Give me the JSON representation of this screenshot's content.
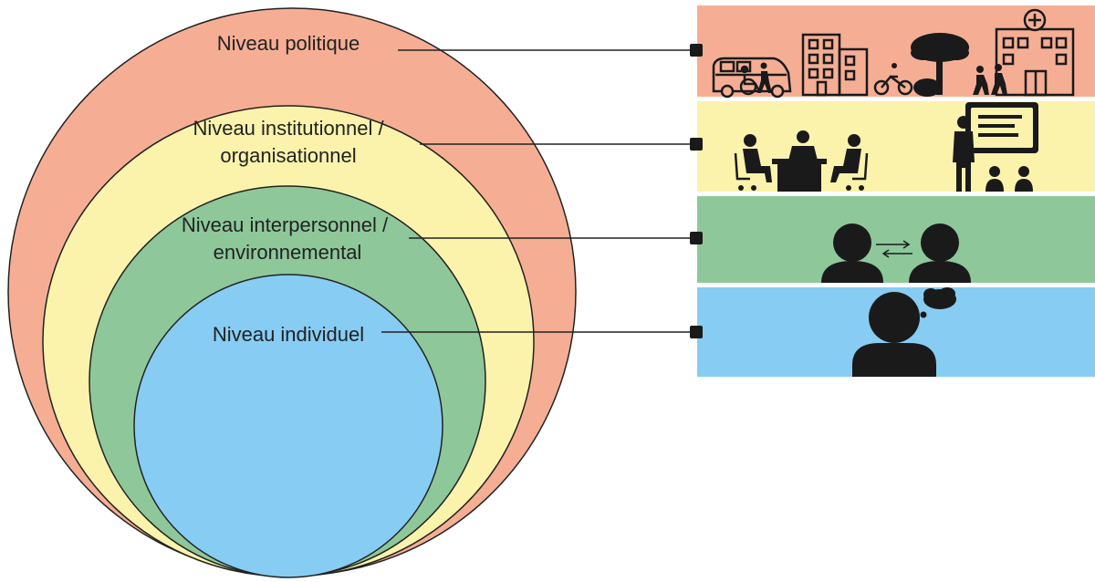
{
  "levels": [
    {
      "key": "politique",
      "lines": [
        "Niveau politique"
      ],
      "color": "#f5ae94",
      "icons": [
        "van-icon",
        "wheelchair-icon",
        "pedestrian-icon",
        "building-icon",
        "cyclist-icon",
        "tree-icon",
        "bush-icon",
        "family-walking-icon",
        "hospital-icon"
      ]
    },
    {
      "key": "institutionnel",
      "lines": [
        "Niveau institutionnel /",
        "organisationnel"
      ],
      "color": "#fbf3ab",
      "icons": [
        "meeting-table-icon",
        "teacher-board-icon",
        "audience-icon"
      ]
    },
    {
      "key": "interpersonnel",
      "lines": [
        "Niveau interpersonnel /",
        "environnemental"
      ],
      "color": "#8ec89a",
      "icons": [
        "person-left-icon",
        "exchange-arrows-icon",
        "person-right-icon"
      ]
    },
    {
      "key": "individuel",
      "lines": [
        "Niveau individuel"
      ],
      "color": "#87ccf3",
      "icons": [
        "person-icon",
        "thought-bubble-icon"
      ]
    }
  ],
  "colors": {
    "outline": "#222222",
    "icon": "#1a1a1a"
  }
}
